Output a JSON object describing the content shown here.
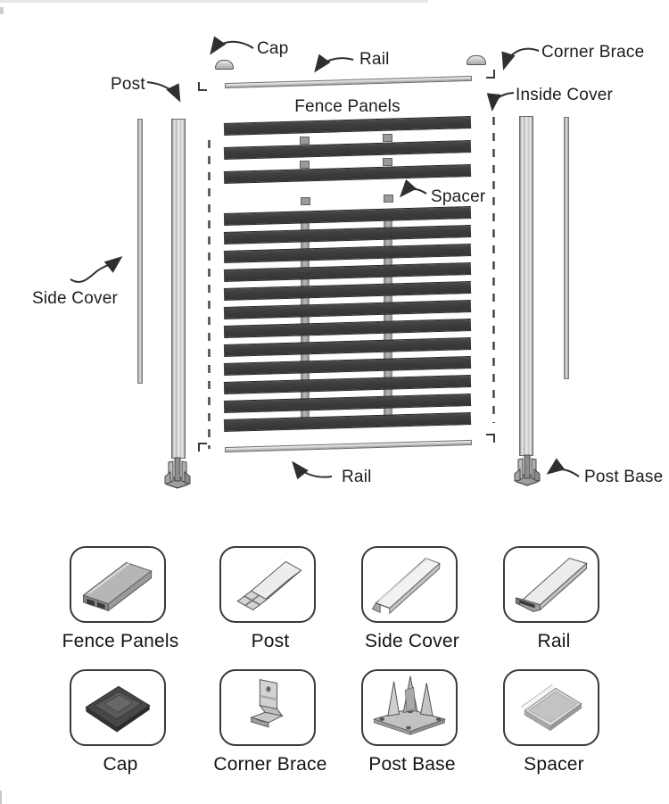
{
  "diagram": {
    "labels": {
      "cap": "Cap",
      "rail_top": "Rail",
      "corner_brace": "Corner Brace",
      "post": "Post",
      "inside_cover": "Inside Cover",
      "fence_panels": "Fence Panels",
      "spacer": "Spacer",
      "side_cover": "Side Cover",
      "rail_bottom": "Rail",
      "post_base": "Post Base"
    },
    "slat_counts": {
      "top_group": 3,
      "bottom_group": 12
    },
    "colors": {
      "slat": "#3d3d3d",
      "spacer": "#9a9a9a",
      "line": "#2f2f2f",
      "dash": "#4a4a4a",
      "metal": "#c9c9c9"
    }
  },
  "catalog": {
    "items": [
      {
        "label": "Fence Panels",
        "icon": "fence-panels-icon"
      },
      {
        "label": "Post",
        "icon": "post-icon"
      },
      {
        "label": "Side Cover",
        "icon": "side-cover-icon"
      },
      {
        "label": "Rail",
        "icon": "rail-icon"
      },
      {
        "label": "Cap",
        "icon": "cap-icon"
      },
      {
        "label": "Corner Brace",
        "icon": "corner-brace-icon"
      },
      {
        "label": "Post Base",
        "icon": "post-base-icon"
      },
      {
        "label": "Spacer",
        "icon": "spacer-icon"
      }
    ]
  }
}
